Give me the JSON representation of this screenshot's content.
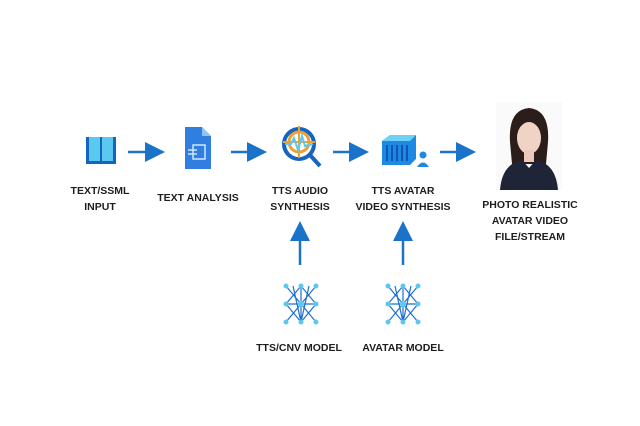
{
  "nodes": {
    "input": {
      "label": "TEXT/SSML\nINPUT",
      "icon": "book-icon"
    },
    "analysis": {
      "label": "TEXT ANALYSIS",
      "icon": "document-icon"
    },
    "audio": {
      "label": "TTS AUDIO\nSYNTHESIS",
      "icon": "audio-search-icon"
    },
    "video": {
      "label": "TTS AVATAR\nVIDEO SYNTHESIS",
      "icon": "container-user-icon"
    },
    "output": {
      "label": "PHOTO REALISTIC\nAVATAR VIDEO\nFILE/STREAM",
      "icon": "avatar-photo"
    },
    "tts_model": {
      "label": "TTS/CNV MODEL",
      "icon": "network-icon"
    },
    "avatar_model": {
      "label": "AVATAR MODEL",
      "icon": "network-icon"
    }
  },
  "colors": {
    "arrow": "#1a73c8",
    "icon_light": "#5bc8f0",
    "icon_dark": "#1565c0"
  }
}
